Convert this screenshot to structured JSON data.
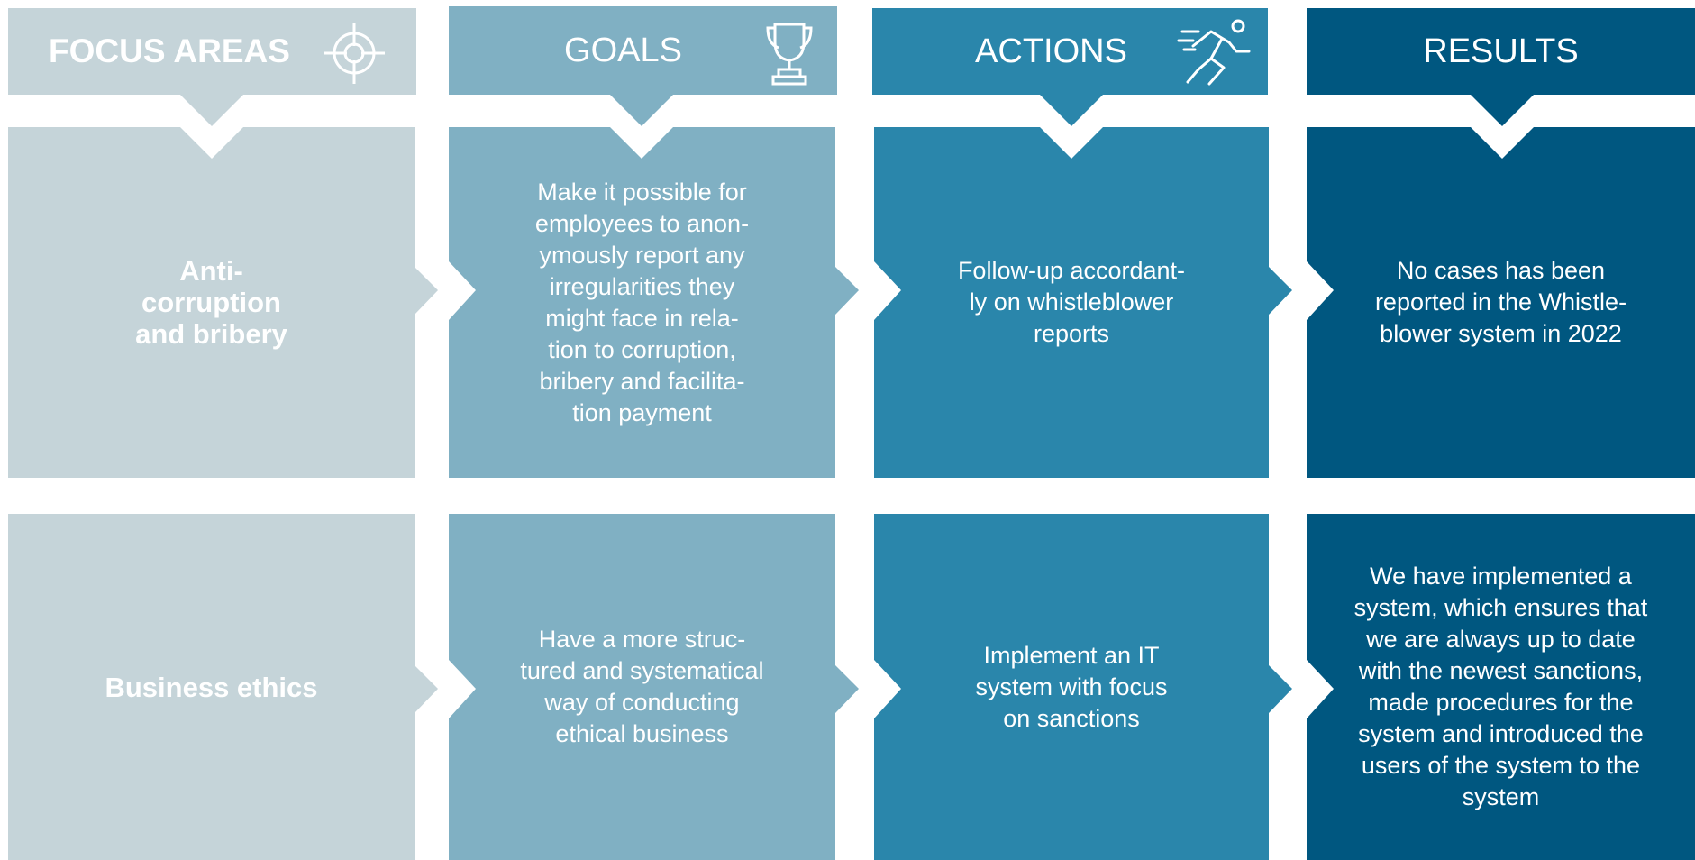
{
  "colors": {
    "focus": "#c5d4d9",
    "goals": "#80b0c3",
    "actions": "#2a86ab",
    "results": "#005780",
    "text": "#ffffff"
  },
  "headers": {
    "focus_areas": {
      "label": "FOCUS AREAS",
      "icon": "target-crosshair-icon"
    },
    "goals": {
      "label": "GOALS",
      "icon": "trophy-icon"
    },
    "actions": {
      "label": "ACTIONS",
      "icon": "running-person-icon"
    },
    "results": {
      "label": "RESULTS"
    }
  },
  "rows": [
    {
      "focus_area": "Anti-\ncorruption\nand bribery",
      "goal": "Make it possible for\nemployees to anon-\nymously report any\nirregularities they\nmight face in rela-\ntion to corruption,\nbribery and facilita-\ntion payment",
      "action": "Follow-up accordant-\nly on whistleblower\nreports",
      "result": "No cases has been\nreported in the Whistle-\nblower system in 2022"
    },
    {
      "focus_area": "Business ethics",
      "goal": "Have a more struc-\ntured and systematical\nway of conducting\nethical  business",
      "action": "Implement an IT\nsystem with focus\non sanctions",
      "result": "We have implemented a\nsystem, which ensures that\nwe are always up to date\nwith the newest sanctions,\nmade procedures for the\nsystem and introduced the\nusers of the system to the\nsystem"
    }
  ]
}
